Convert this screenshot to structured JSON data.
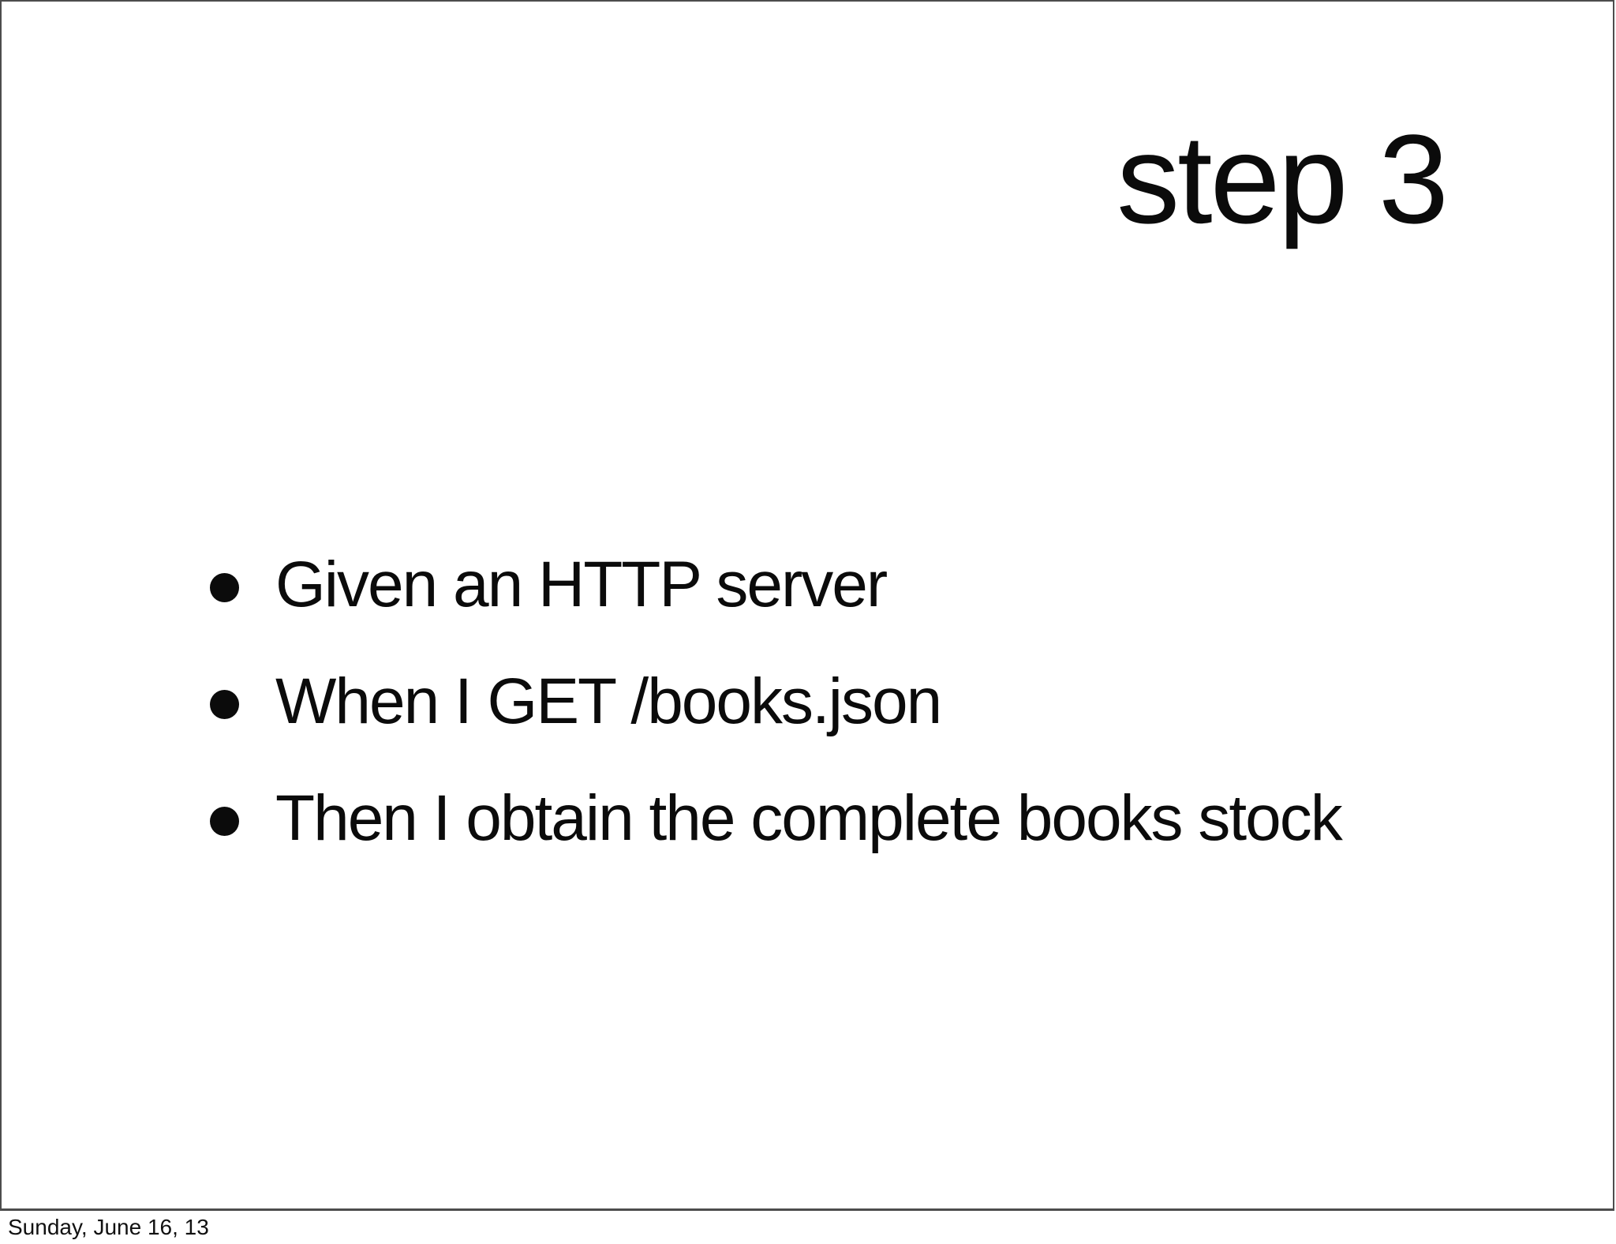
{
  "slide": {
    "title": "step 3",
    "bullets": [
      {
        "text": "Given an HTTP server"
      },
      {
        "text": "When I GET /books.json"
      },
      {
        "text": "Then I obtain the complete books stock"
      }
    ]
  },
  "footer": {
    "date": "Sunday, June 16, 13"
  },
  "colors": {
    "background": "#ffffff",
    "slide_border": "#4d4d4d",
    "text": "#0b0b0b"
  }
}
